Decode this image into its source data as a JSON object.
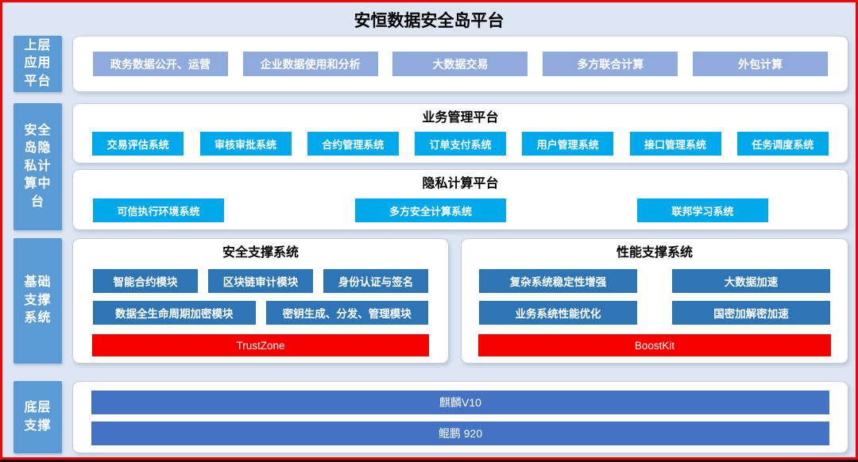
{
  "title": "安恒数据安全岛平台",
  "palette": {
    "frame_border_red": "#FA0000",
    "background_blue": "#DDE7F3",
    "sidebar_blue": "#5B9BD5",
    "app_box_periwinkle": "#8FAADC",
    "system_box_cyan": "#00A8EC",
    "module_box_blue": "#2E75B6",
    "highlight_red": "#F60000",
    "platform_bar_blue": "#4472C4"
  },
  "sidebar": {
    "upper_label": "上层应用平台",
    "middle_label": "安全岛隐私计算中台",
    "foundation_label": "基础支撑系统",
    "bottom_label": "底层支撑"
  },
  "upper_apps": {
    "boxes": [
      "政务数据公开、运营",
      "企业数据使用和分析",
      "大数据交易",
      "多方联合计算",
      "外包计算"
    ]
  },
  "business_platform": {
    "title": "业务管理平台",
    "boxes": [
      "交易评估系统",
      "审核审批系统",
      "合约管理系统",
      "订单支付系统",
      "用户管理系统",
      "接口管理系统",
      "任务调度系统"
    ]
  },
  "privacy_platform": {
    "title": "隐私计算平台",
    "boxes": [
      "可信执行环境系统",
      "多方安全计算系统",
      "联邦学习系统"
    ]
  },
  "security_support": {
    "title": "安全支撑系统",
    "row1": [
      "智能合约模块",
      "区块链审计模块",
      "身份认证与签名"
    ],
    "row2": [
      "数据全生命周期加密模块",
      "密钥生成、分发、管理模块"
    ],
    "highlight": "TrustZone"
  },
  "performance_support": {
    "title": "性能支撑系统",
    "row1": [
      "复杂系统稳定性增强",
      "大数据加速"
    ],
    "row2": [
      "业务系统性能优化",
      "国密加解密加速"
    ],
    "highlight": "BoostKit"
  },
  "base_layer": {
    "bars": [
      "麒麟V10",
      "鲲鹏 920"
    ]
  }
}
